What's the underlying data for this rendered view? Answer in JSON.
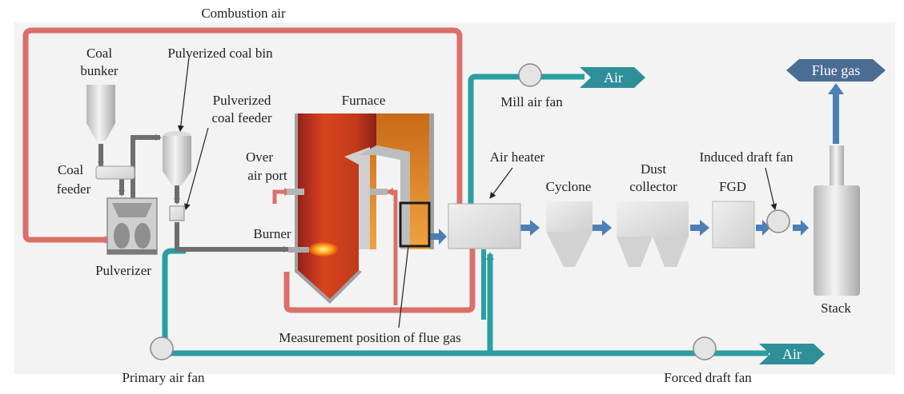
{
  "labels": {
    "combustion_air": "Combustion air",
    "coal_bunker_1": "Coal",
    "coal_bunker_2": "bunker",
    "pulverized_coal_bin": "Pulverized coal bin",
    "pulverized_coal_feeder_1": "Pulverized",
    "pulverized_coal_feeder_2": "coal feeder",
    "furnace": "Furnace",
    "coal_feeder_1": "Coal",
    "coal_feeder_2": "feeder",
    "over_air_port_1": "Over",
    "over_air_port_2": "air port",
    "burner": "Burner",
    "pulverizer": "Pulverizer",
    "mill_air_fan": "Mill air fan",
    "air_heater": "Air heater",
    "cyclone": "Cyclone",
    "dust_collector_1": "Dust",
    "dust_collector_2": "collector",
    "fgd": "FGD",
    "induced_draft_fan": "Induced draft fan",
    "stack": "Stack",
    "measurement_position": "Measurement position of flue gas",
    "primary_air_fan": "Primary air fan",
    "forced_draft_fan": "Forced draft fan"
  },
  "tags": {
    "air_top": "Air",
    "air_bottom": "Air",
    "flue_gas": "Flue gas"
  },
  "colors": {
    "combustion_air_line": "#d9706a",
    "air_line": "#2a9ea0",
    "flue_arrow": "#4d7fb5",
    "coal_line": "#6e6e6e",
    "tag_fill": "#2f8f99",
    "flue_tag_fill": "#4b6d93"
  }
}
